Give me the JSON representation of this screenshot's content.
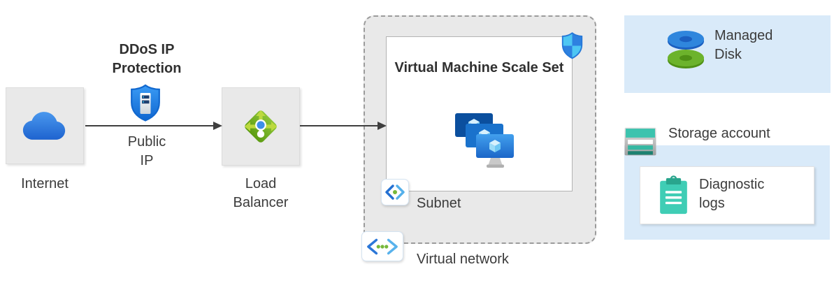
{
  "diagram": {
    "internet": {
      "label": "Internet",
      "icon": "cloud-icon"
    },
    "ddos_protection": {
      "title": "DDoS IP Protection",
      "caption": "Public IP",
      "icon": "ddos-protection-shield-icon"
    },
    "load_balancer": {
      "label": "Load Balancer",
      "icon": "load-balancer-icon"
    },
    "virtual_network": {
      "label": "Virtual network",
      "icon": "virtual-network-icon",
      "subnet": {
        "label": "Subnet",
        "icon": "subnet-icon",
        "vmss": {
          "title": "Virtual Machine Scale Set",
          "icon": "vm-scale-set-icon",
          "badge_icon": "security-shield-icon"
        }
      }
    },
    "managed_disk": {
      "label": "Managed Disk",
      "icon": "managed-disk-icon"
    },
    "storage_account": {
      "label": "Storage account",
      "icon": "storage-account-icon",
      "diagnostic_logs": {
        "label": "Diagnostic logs",
        "icon": "diagnostic-logs-clipboard-icon"
      }
    }
  },
  "colors": {
    "node_box_gray": "#e9e9e9",
    "panel_blue": "#d9eaf9",
    "vnet_border_gray": "#9b9b9b",
    "arrow_dark": "#3f3f3f",
    "text_dark": "#3b3b3b",
    "azure_blue": "#2f86dd",
    "disk_green": "#6cb32c",
    "lb_green": "#6fae1f",
    "storage_teal": "#3cc3ae",
    "clipboard_teal": "#3fcdb5",
    "shield_cyan": "#4ec6f3"
  }
}
